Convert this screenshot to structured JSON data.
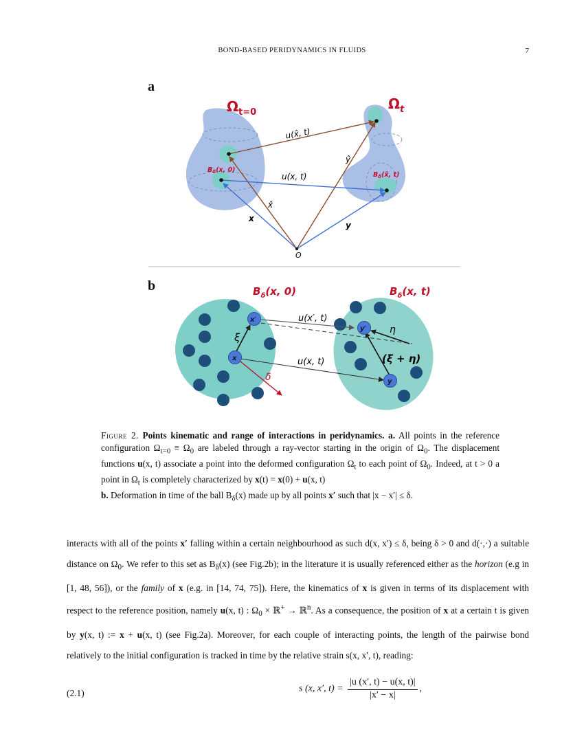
{
  "header": {
    "title": "BOND-BASED PERIDYNAMICS IN FLUIDS",
    "page_number": "7"
  },
  "figure": {
    "panel_a_label": "a",
    "panel_b_label": "b",
    "a": {
      "omega_t0": "Ω",
      "omega_t0_sub": "t=0",
      "omega_t": "Ω",
      "omega_t_sub": "t",
      "label_u_hat": "u(x̂, t)",
      "label_u": "u(x, t)",
      "label_y_hat": "ŷ",
      "label_x_hat": "x̂",
      "label_x": "x",
      "label_y": "y",
      "label_origin": "O",
      "ball_left": "B",
      "ball_left_args": "(x, 0)",
      "ball_right": "B",
      "ball_right_args": "(x̂, t)",
      "delta_sub": "δ"
    },
    "b": {
      "title_left": "B",
      "title_left_args": "(x, 0)",
      "title_right": "B",
      "title_right_args": "(x, t)",
      "delta_sub": "δ",
      "label_u_prime": "u(x′, t)",
      "label_u": "u(x, t)",
      "label_xi": "ξ",
      "label_eta": "η",
      "label_xi_eta": "(ξ + η)",
      "label_delta": "δ",
      "pt_x": "x",
      "pt_x_prime": "x′",
      "pt_y": "y",
      "pt_y_prime": "y′"
    },
    "colors": {
      "domain_fill": "#a9bfe6",
      "ball_fill": "#7fcfc9",
      "ball_teal": "#8fd3cc",
      "dot_dark": "#1d4f7a",
      "highlight_dot": "#4a78d6",
      "arrow_brown": "#8b4a2b",
      "arrow_blue": "#3f6fd0",
      "label_red": "#c0102a",
      "rule_grey": "#c8c8c8"
    }
  },
  "caption": {
    "fig_label": "Figure 2.",
    "bold_title": "Points kinematic and range of interactions in peridynamics.",
    "a_label": "a.",
    "a_text_1": "All points in the reference configuration Ω",
    "a_sub_1": "t=0",
    "a_text_2": " ≡ Ω",
    "a_sub_2": "0",
    "a_text_3": " are labeled through a ray-vector starting in the origin of Ω",
    "a_sub_3": "0",
    "a_text_4": ". The displacement functions ",
    "a_u": "u",
    "a_text_5": "(x, t) associate a point into the deformed configuration Ω",
    "a_sub_5": "t",
    "a_text_6": " to each point of Ω",
    "a_sub_6": "0",
    "a_text_7": ". Indeed, at t > 0 a point in Ω",
    "a_sub_7": "t",
    "a_text_8": " is completely characterized by ",
    "a_x": "x",
    "a_text_9": "(t) = ",
    "a_x2": "x",
    "a_text_10": "(0) + ",
    "a_u2": "u",
    "a_text_11": "(x, t)",
    "b_label": "b.",
    "b_text_1": "Deformation in time of the ball B",
    "b_sub_1": "δ",
    "b_text_2": "(x) made up by all points ",
    "b_xp": "x′",
    "b_text_3": " such that |x − x′| ≤ δ."
  },
  "body": {
    "p1": "interacts with all of the points ",
    "p1_xp": "x′",
    "p2": " falling within a certain neighbourhood as such d(x, x′) ≤ δ, being δ > 0 and d(·,·) a suitable distance on Ω",
    "p2_sub": "0",
    "p3": ". We refer to this set as B",
    "p3_sub": "δ",
    "p4": "(x) (see Fig.2b); in the literature it is usually referenced either as the ",
    "p4_horizon": "horizon",
    "p5": " (e.g in [1, 48, 56]), or the ",
    "p5_family": "family",
    "p6": " of ",
    "p6_x": "x",
    "p7": " (e.g. in [14, 74, 75]). Here, the kinematics of ",
    "p7_x": "x",
    "p8": " is given in terms of its displacement with respect to the reference position, namely ",
    "p8_u": "u",
    "p9": "(x, t) : Ω",
    "p9_sub": "0",
    "p10": " × ℝ",
    "p10_sup": "+",
    "p11": " → ℝ",
    "p11_sup": "n",
    "p12": ". As a consequence, the position of ",
    "p12_x": "x",
    "p13": " at a certain t is given by ",
    "p13_y": "y",
    "p14": "(x, t) := ",
    "p14_x": "x",
    "p15": " + ",
    "p15_u": "u",
    "p16": "(x, t) (see Fig.2a). Moreover, for each couple of interacting points, the length of the pairwise bond relatively to the initial configuration is tracked in time by the relative strain s(x, x′, t), reading:"
  },
  "equation": {
    "number": "(2.1)",
    "lhs": "s (x, x′, t) =",
    "numerator": "|u (x′, t) − u(x, t)|",
    "denominator": "|x′ − x|",
    "trail": ","
  }
}
